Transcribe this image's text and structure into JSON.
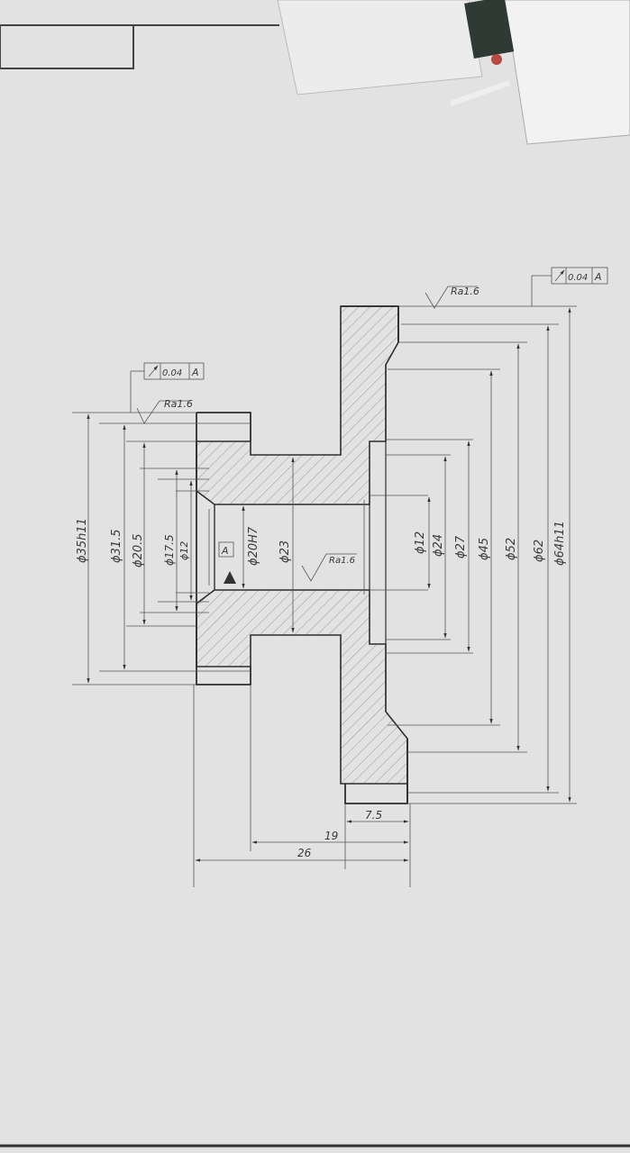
{
  "diagram": {
    "gdt_left": {
      "tolerance": "0.04",
      "datum": "A"
    },
    "gdt_right": {
      "tolerance": "0.04",
      "datum": "A"
    },
    "datum_label": "A",
    "roughness": {
      "left": "Ra1.6",
      "top": "Ra1.6",
      "bore": "Ra1.6"
    },
    "left_diameters": {
      "d35": "ϕ35h11",
      "d31": "ϕ31.5",
      "d20": "ϕ20.5",
      "d17": "ϕ17.5",
      "d12": "ϕ12"
    },
    "inner_diameters": {
      "bore": "ϕ20H7",
      "d23": "ϕ23"
    },
    "right_diameters": {
      "d12": "ϕ12",
      "d24": "ϕ24",
      "d27": "ϕ27",
      "d45": "ϕ45",
      "d52": "ϕ52",
      "d62": "ϕ62",
      "d64": "ϕ64h11"
    },
    "lengths": {
      "l75": "7.5",
      "l19": "19",
      "l26": "26"
    }
  }
}
